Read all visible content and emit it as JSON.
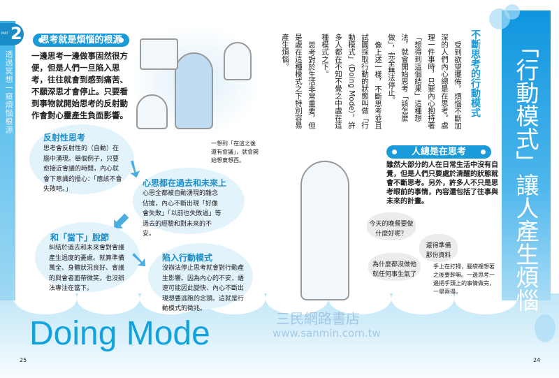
{
  "left_page": {
    "part_label": "PART",
    "part_number": "2",
    "chapter_title": "透過冥想一窺煩惱根源",
    "section_title": "思考就是煩惱的根源",
    "intro": "一邊思考一邊做事固然很方便，但是人們一旦陷入思考，往往就會到感到痛苦、不願深思才會停止。只要看到事物就開始思考的反射動作會對心靈產生負面影響。",
    "illustration_caption": "一想到「在這之後還有會議」，就會開始想東想西。",
    "bubbles": [
      {
        "title": "反射性思考",
        "text": "思考會反射性的（自動）在腦中湧現。舉個例子，只要愈接近會議的時間，內心就會下意識的擔心：「應該不會失敗吧。」"
      },
      {
        "title": "心思都在過去和未來上",
        "text": "心思全都被自動湧現的雜念佔據，內心不斷出現「好像會失敗」「以前也失敗過」等過去的經驗和對未來的不安。"
      },
      {
        "title": "和「當下」脫節",
        "text": "糾結於過去和未來會對會議產生過度的憂慮。就算準備萬全、身體狀況良好、會議的與會者面帶微笑，也沒辦法專注在當下。"
      },
      {
        "title": "陷入行動模式",
        "text": "沒辦法停止思考就會對行動產生影響。因為內心的不安，語速可能因此變快、內心不斷出現想要逃跑的念頭。這就是行動模式的徵兆。"
      }
    ],
    "big_title": "Doing Mode",
    "page_number": "25"
  },
  "right_page": {
    "chapter_heading": "「行動模式」讓人產生煩惱",
    "column_heading": "不斷思考的行動模式",
    "paragraphs": [
      "受到欲望擺佈，煩惱不斷加深的人們內心總是在思考。處理一件事時，只要內心抱持著「想得到這個結果」這種想法，就會開始思考「該怎麼做」，完全無法停止。",
      "像上述一樣，不斷思考並且試圖採取行動的狀態叫做「行動模式」（Doing Mode），許多人都在不知不覺之中處在這種模式之下。",
      "思考對於生活非常重要，但是處在這種模式之下特別容易產生煩惱。"
    ],
    "section_title": "人總是在思考",
    "intro": "雖然大部分的人在日常生活中沒有自覺，但是人們只要處於清醒的狀態就會不斷思考。另外，許多人不只是思考眼前的事情，內容還包括了往事與未來的計畫。",
    "thought_bubbles": [
      "今天的晚餐要做什麼好呢？",
      "還得準備那份資料",
      "為什麼都沒做他就任何事生氣了"
    ],
    "illustration_caption": "手上在打掃，腦袋裡想著之後要幹嘛。一邊思考一邊把手頭上的事情做完，一舉兩得。",
    "page_number": "24"
  },
  "watermark": {
    "name": "三民網路書店",
    "url": "www.sanmin.com.tw"
  },
  "colors": {
    "accent": "#1a9ad8",
    "bubble": "#e3f3fc",
    "title_bar": "#0f95de"
  }
}
